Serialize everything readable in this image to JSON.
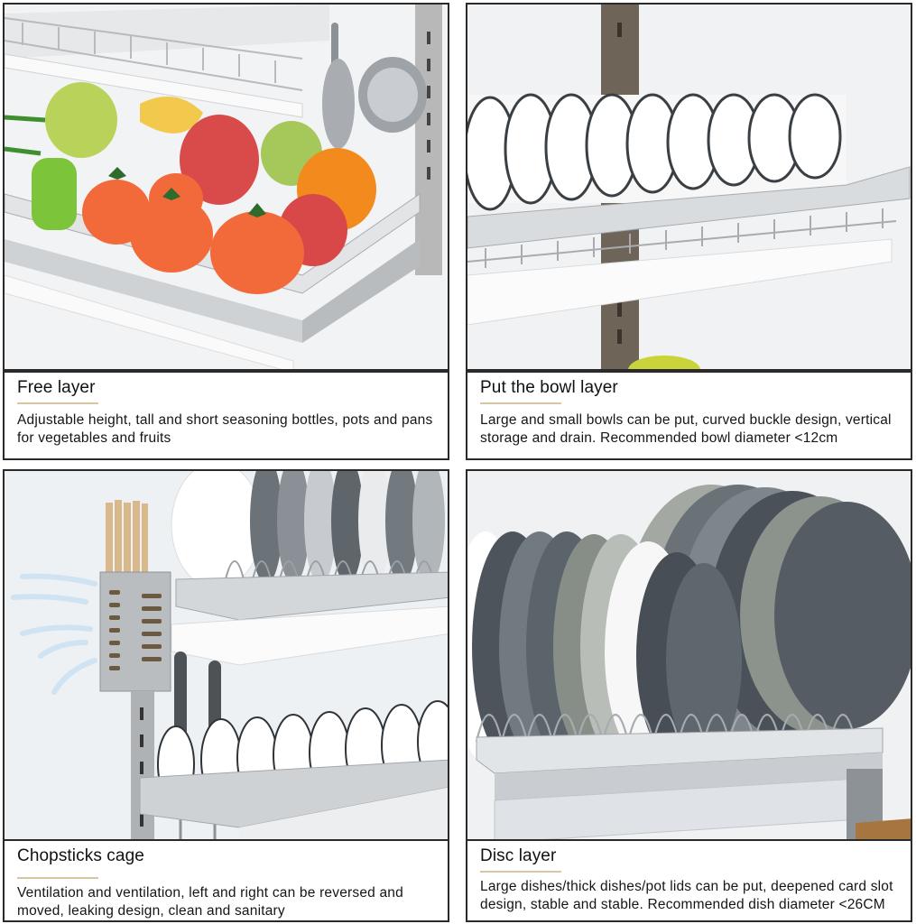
{
  "panels": [
    {
      "id": "free-layer",
      "title": "Free layer",
      "body": "Adjustable height, tall and short seasoning bottles, pots and pans for vegetables and fruits",
      "image": "fruit-vegetable-basket-photo"
    },
    {
      "id": "bowl-layer",
      "title": "Put the bowl layer",
      "body": "Large and small bowls can be put, curved buckle design, vertical storage and drain. Recommended bowl diameter <12cm",
      "image": "bowl-rack-photo"
    },
    {
      "id": "chopsticks-cage",
      "title": "Chopsticks cage",
      "body": "Ventilation and ventilation, left and right can be reversed and moved, leaking design, clean and sanitary",
      "image": "chopsticks-holder-photo"
    },
    {
      "id": "disc-layer",
      "title": "Disc layer",
      "body": "Large dishes/thick dishes/pot lids can be put, deepened card slot design, stable and stable. Recommended dish diameter <26CM",
      "image": "plate-rack-photo"
    }
  ],
  "colors": {
    "frame": "#2a2a2a",
    "accent_rule": "#d8c6a4",
    "background": "#ffffff"
  }
}
